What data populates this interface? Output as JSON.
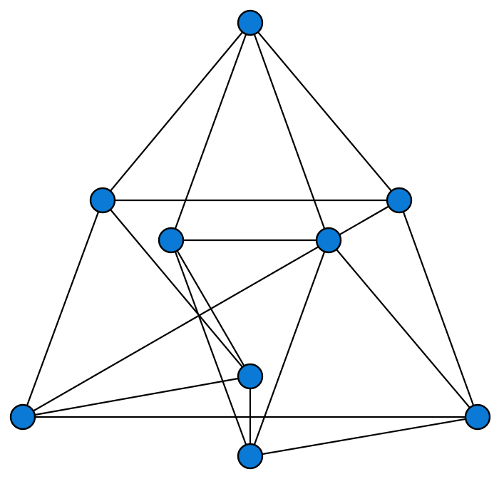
{
  "graph": {
    "node_color": "#0a7ad6",
    "edge_color": "#000000",
    "node_border_color": "#000000",
    "nodes": [
      "n0",
      "n1",
      "n2",
      "n3",
      "n4",
      "n5",
      "n6",
      "n7",
      "n8"
    ],
    "edges": [
      [
        "n0",
        "n1"
      ],
      [
        "n0",
        "n2"
      ],
      [
        "n0",
        "n3"
      ],
      [
        "n0",
        "n4"
      ],
      [
        "n1",
        "n4"
      ],
      [
        "n1",
        "n5"
      ],
      [
        "n1",
        "n6"
      ],
      [
        "n2",
        "n3"
      ],
      [
        "n2",
        "n6"
      ],
      [
        "n2",
        "n8"
      ],
      [
        "n3",
        "n7"
      ],
      [
        "n3",
        "n8"
      ],
      [
        "n4",
        "n5"
      ],
      [
        "n4",
        "n7"
      ],
      [
        "n5",
        "n6"
      ],
      [
        "n5",
        "n7"
      ],
      [
        "n6",
        "n8"
      ],
      [
        "n7",
        "n8"
      ]
    ]
  }
}
